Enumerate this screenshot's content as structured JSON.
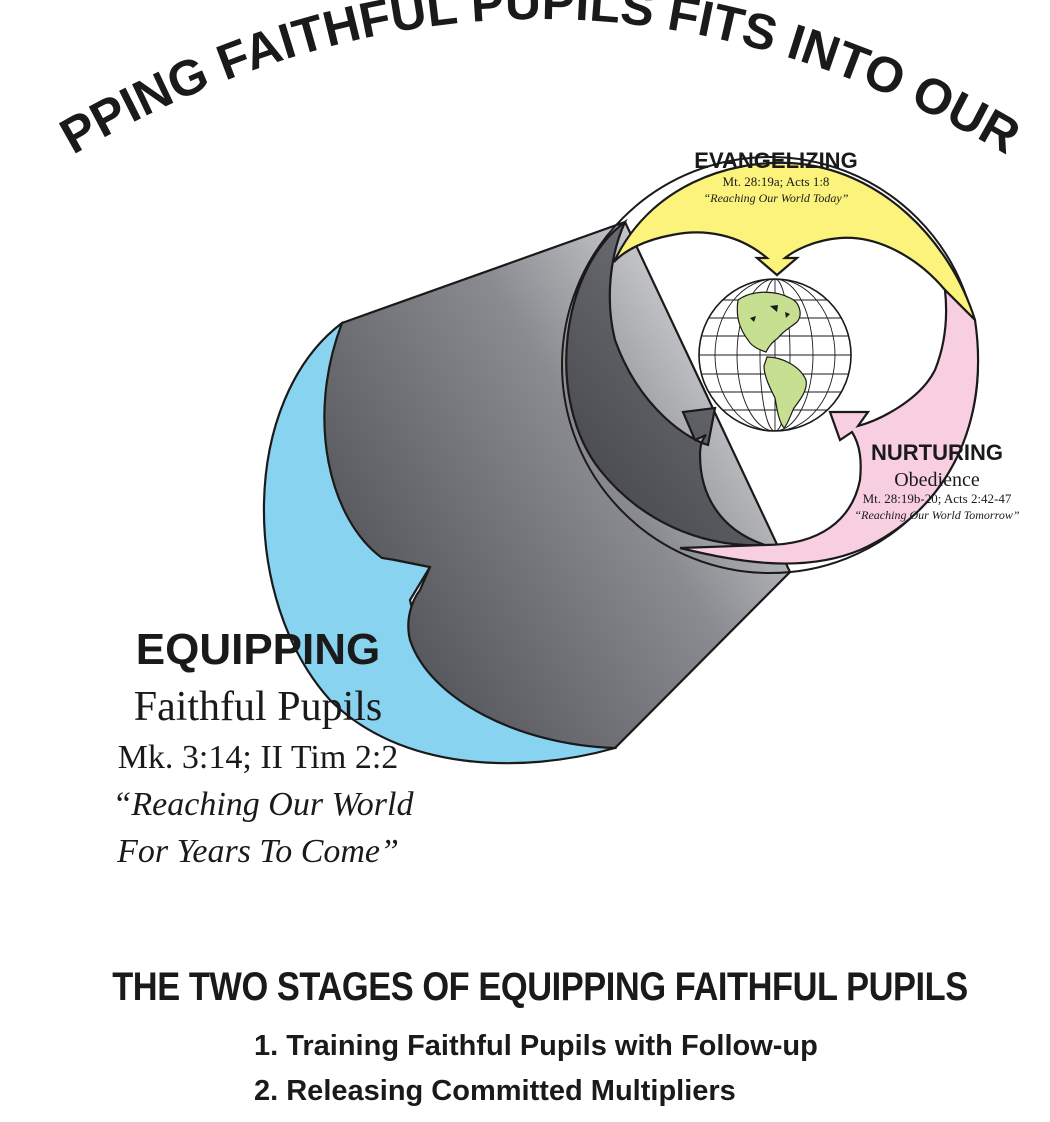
{
  "header": {
    "title": "“HOW EQUIPPING FAITHFUL PUPILS FITS INTO OUR PURPOSE”"
  },
  "evangelizing": {
    "heading": "EVANGELIZING",
    "reference": "Mt. 28:19a; Acts 1:8",
    "tagline": "“Reaching Our World Today”"
  },
  "nurturing": {
    "heading": "NURTURING",
    "subheading": "Obedience",
    "reference": "Mt. 28:19b-20; Acts 2:42-47",
    "tagline": "“Reaching Our World Tomorrow”"
  },
  "equipping": {
    "heading": "EQUIPPING",
    "subheading": "Faithful Pupils",
    "reference": "Mk. 3:14; II Tim 2:2",
    "tagline_line1": "“Reaching Our World",
    "tagline_line2": "For Years To Come”"
  },
  "stages": {
    "title": "THE TWO STAGES OF EQUIPPING FAITHFUL PUPILS",
    "items": [
      "1. Training Faithful Pupils with Follow-up",
      "2. Releasing Committed Multipliers"
    ]
  },
  "colors": {
    "evangelizing_fill": "#fbf37b",
    "nurturing_fill": "#f8cfe0",
    "equipping_fill": "#88d3ef",
    "cylinder_dark": "#5a5b60",
    "cylinder_light": "#e6e7e9",
    "land": "#c6df91",
    "outline": "#1a1a1a"
  }
}
